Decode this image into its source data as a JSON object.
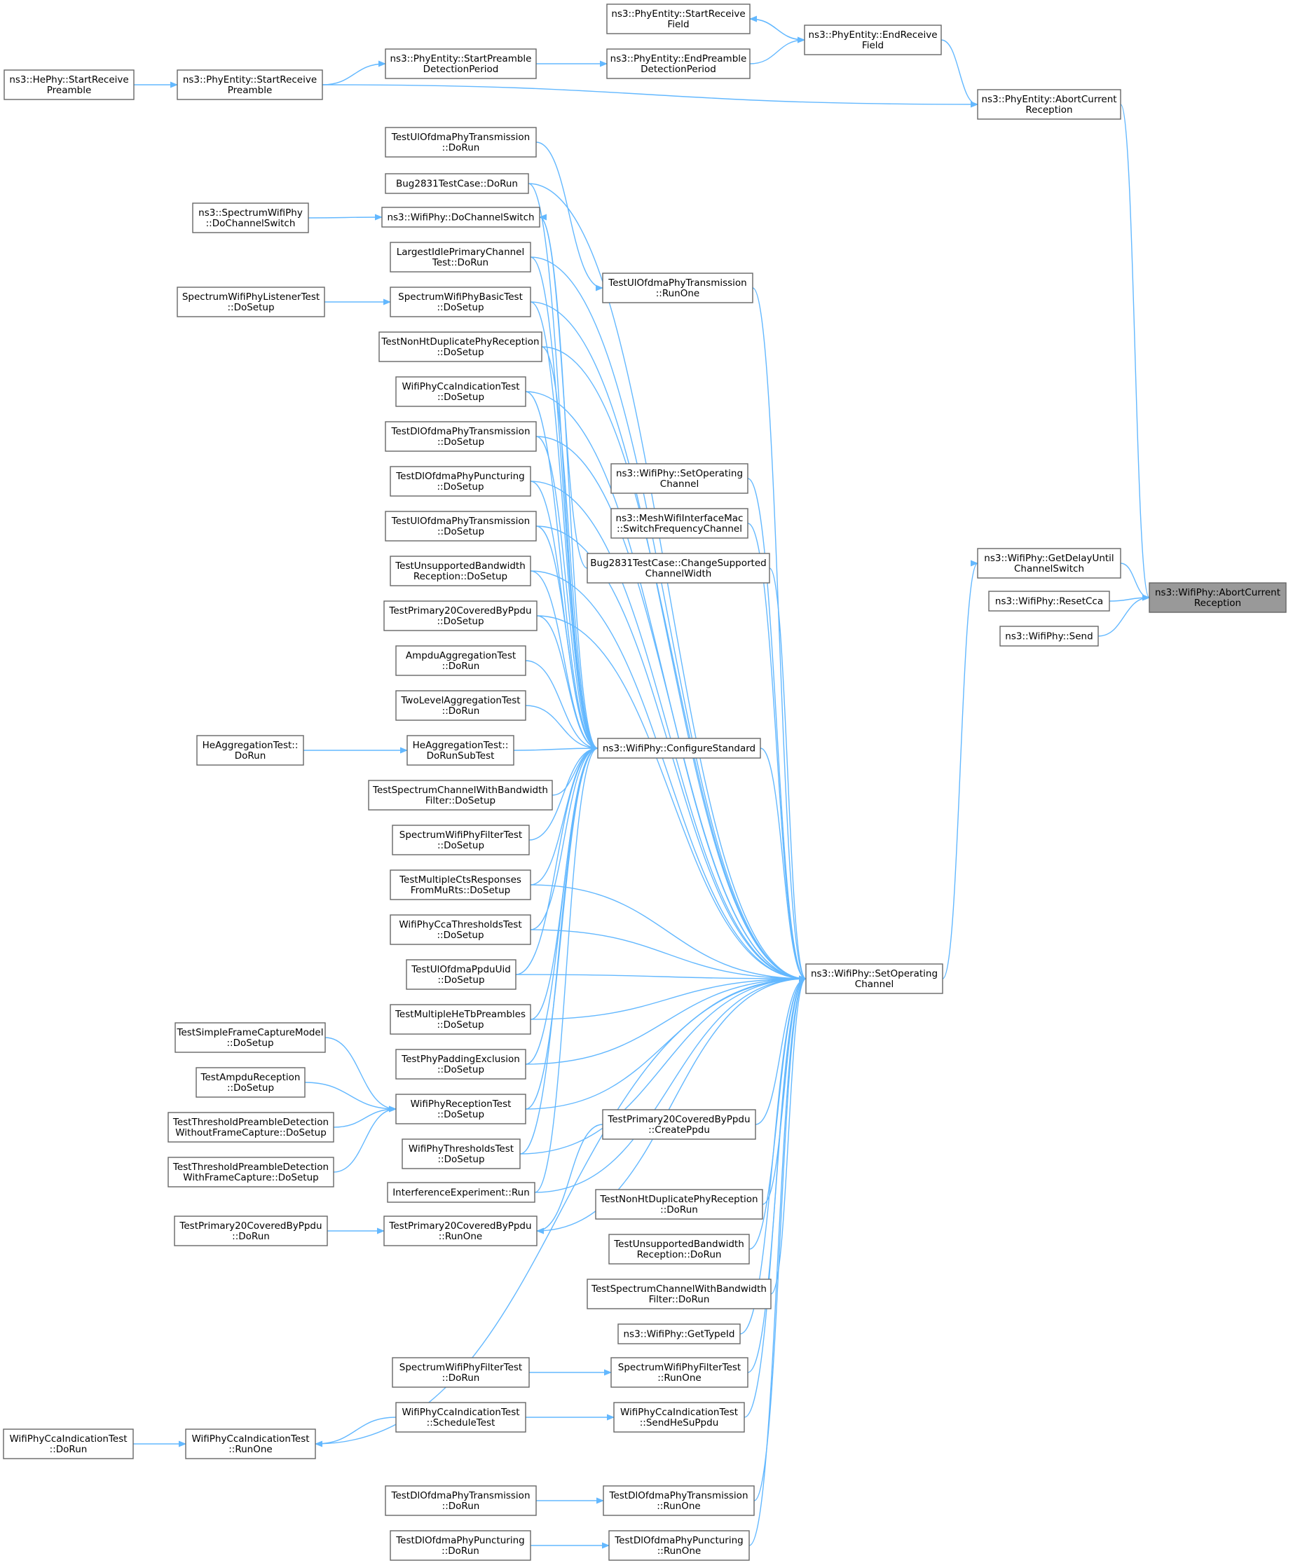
{
  "diagram": {
    "title": "",
    "nodes": [
      {
        "id": "root",
        "lines": [
          "ns3::WifiPhy::AbortCurrent",
          "Reception"
        ],
        "highlight": true
      },
      {
        "id": "pe_abort",
        "lines": [
          "ns3::PhyEntity::AbortCurrent",
          "Reception"
        ]
      },
      {
        "id": "pe_endrecv",
        "lines": [
          "ns3::PhyEntity::EndReceive",
          "Field"
        ]
      },
      {
        "id": "pe_startrecvfield",
        "lines": [
          "ns3::PhyEntity::StartReceive",
          "Field"
        ]
      },
      {
        "id": "pe_endpre",
        "lines": [
          "ns3::PhyEntity::EndPreamble",
          "DetectionPeriod"
        ]
      },
      {
        "id": "pe_startpre",
        "lines": [
          "ns3::PhyEntity::StartPreamble",
          "DetectionPeriod"
        ]
      },
      {
        "id": "pe_startrecvpre",
        "lines": [
          "ns3::PhyEntity::StartReceive",
          "Preamble"
        ]
      },
      {
        "id": "he_startrecvpre",
        "lines": [
          "ns3::HePhy::StartReceive",
          "Preamble"
        ]
      },
      {
        "id": "wp_getdelay",
        "lines": [
          "ns3::WifiPhy::GetDelayUntil",
          "ChannelSwitch"
        ]
      },
      {
        "id": "wp_resetcca",
        "lines": [
          "ns3::WifiPhy::ResetCca"
        ]
      },
      {
        "id": "wp_send",
        "lines": [
          "ns3::WifiPhy::Send"
        ]
      },
      {
        "id": "wp_setop",
        "lines": [
          "ns3::WifiPhy::SetOperating",
          "Channel"
        ]
      },
      {
        "id": "ul_runone",
        "lines": [
          "TestUlOfdmaPhyTransmission",
          "::RunOne"
        ]
      },
      {
        "id": "ul_dorun",
        "lines": [
          "TestUlOfdmaPhyTransmission",
          "::DoRun"
        ]
      },
      {
        "id": "wp_setop2",
        "lines": [
          "ns3::WifiPhy::SetOperating",
          "Channel"
        ]
      },
      {
        "id": "mesh_switch",
        "lines": [
          "ns3::MeshWifiInterfaceMac",
          "::SwitchFrequencyChannel"
        ]
      },
      {
        "id": "bug_change",
        "lines": [
          "Bug2831TestCase::ChangeSupported",
          "ChannelWidth"
        ]
      },
      {
        "id": "wp_configstd",
        "lines": [
          "ns3::WifiPhy::ConfigureStandard"
        ]
      },
      {
        "id": "bug_dorun",
        "lines": [
          "Bug2831TestCase::DoRun"
        ]
      },
      {
        "id": "wp_dochsw",
        "lines": [
          "ns3::WifiPhy::DoChannelSwitch"
        ]
      },
      {
        "id": "swp_dochsw",
        "lines": [
          "ns3::SpectrumWifiPhy",
          "::DoChannelSwitch"
        ]
      },
      {
        "id": "lipc_dorun",
        "lines": [
          "LargestIdlePrimaryChannel",
          "Test::DoRun"
        ]
      },
      {
        "id": "swpbasic_setup",
        "lines": [
          "SpectrumWifiPhyBasicTest",
          "::DoSetup"
        ]
      },
      {
        "id": "swplistener_setup",
        "lines": [
          "SpectrumWifiPhyListenerTest",
          "::DoSetup"
        ]
      },
      {
        "id": "nonht_setup",
        "lines": [
          "TestNonHtDuplicatePhyReception",
          "::DoSetup"
        ]
      },
      {
        "id": "ccaind_setup",
        "lines": [
          "WifiPhyCcaIndicationTest",
          "::DoSetup"
        ]
      },
      {
        "id": "dlofdma_setup",
        "lines": [
          "TestDlOfdmaPhyTransmission",
          "::DoSetup"
        ]
      },
      {
        "id": "dlpunct_setup",
        "lines": [
          "TestDlOfdmaPhyPuncturing",
          "::DoSetup"
        ]
      },
      {
        "id": "ulofdma_setup",
        "lines": [
          "TestUlOfdmaPhyTransmission",
          "::DoSetup"
        ]
      },
      {
        "id": "unsupbw_setup",
        "lines": [
          "TestUnsupportedBandwidth",
          "Reception::DoSetup"
        ]
      },
      {
        "id": "p20_setup",
        "lines": [
          "TestPrimary20CoveredByPpdu",
          "::DoSetup"
        ]
      },
      {
        "id": "ampdu_dorun",
        "lines": [
          "AmpduAggregationTest",
          "::DoRun"
        ]
      },
      {
        "id": "twolevel_dorun",
        "lines": [
          "TwoLevelAggregationTest",
          "::DoRun"
        ]
      },
      {
        "id": "heagg_dorunsub",
        "lines": [
          "HeAggregationTest::",
          "DoRunSubTest"
        ]
      },
      {
        "id": "heagg_dorun",
        "lines": [
          "HeAggregationTest::",
          "DoRun"
        ]
      },
      {
        "id": "scbwf_setup",
        "lines": [
          "TestSpectrumChannelWithBandwidth",
          "Filter::DoSetup"
        ]
      },
      {
        "id": "swpfilter_setup",
        "lines": [
          "SpectrumWifiPhyFilterTest",
          "::DoSetup"
        ]
      },
      {
        "id": "multicts_setup",
        "lines": [
          "TestMultipleCtsResponses",
          "FromMuRts::DoSetup"
        ]
      },
      {
        "id": "ccathr_setup",
        "lines": [
          "WifiPhyCcaThresholdsTest",
          "::DoSetup"
        ]
      },
      {
        "id": "ulppduuid_setup",
        "lines": [
          "TestUlOfdmaPpduUid",
          "::DoSetup"
        ]
      },
      {
        "id": "multihetb_setup",
        "lines": [
          "TestMultipleHeTbPreambles",
          "::DoSetup"
        ]
      },
      {
        "id": "phypad_setup",
        "lines": [
          "TestPhyPaddingExclusion",
          "::DoSetup"
        ]
      },
      {
        "id": "wprecv_setup",
        "lines": [
          "WifiPhyReceptionTest",
          "::DoSetup"
        ]
      },
      {
        "id": "sfcm_setup",
        "lines": [
          "TestSimpleFrameCaptureModel",
          "::DoSetup"
        ]
      },
      {
        "id": "ampdurecv_setup",
        "lines": [
          "TestAmpduReception",
          "::DoSetup"
        ]
      },
      {
        "id": "tpdwo_setup",
        "lines": [
          "TestThresholdPreambleDetection",
          "WithoutFrameCapture::DoSetup"
        ]
      },
      {
        "id": "tpdw_setup",
        "lines": [
          "TestThresholdPreambleDetection",
          "WithFrameCapture::DoSetup"
        ]
      },
      {
        "id": "wpthr_setup",
        "lines": [
          "WifiPhyThresholdsTest",
          "::DoSetup"
        ]
      },
      {
        "id": "interf_run",
        "lines": [
          "InterferenceExperiment::Run"
        ]
      },
      {
        "id": "p20_runone",
        "lines": [
          "TestPrimary20CoveredByPpdu",
          "::RunOne"
        ]
      },
      {
        "id": "p20_dorun",
        "lines": [
          "TestPrimary20CoveredByPpdu",
          "::DoRun"
        ]
      },
      {
        "id": "p20_createppdu",
        "lines": [
          "TestPrimary20CoveredByPpdu",
          "::CreatePpdu"
        ]
      },
      {
        "id": "nonht_dorun",
        "lines": [
          "TestNonHtDuplicatePhyReception",
          "::DoRun"
        ]
      },
      {
        "id": "unsupbw_dorun",
        "lines": [
          "TestUnsupportedBandwidth",
          "Reception::DoRun"
        ]
      },
      {
        "id": "scbwf_dorun",
        "lines": [
          "TestSpectrumChannelWithBandwidth",
          "Filter::DoRun"
        ]
      },
      {
        "id": "wp_gettypeid",
        "lines": [
          "ns3::WifiPhy::GetTypeId"
        ]
      },
      {
        "id": "swpfilter_runone",
        "lines": [
          "SpectrumWifiPhyFilterTest",
          "::RunOne"
        ]
      },
      {
        "id": "swpfilter_dorun",
        "lines": [
          "SpectrumWifiPhyFilterTest",
          "::DoRun"
        ]
      },
      {
        "id": "ccaind_sendhesu",
        "lines": [
          "WifiPhyCcaIndicationTest",
          "::SendHeSuPpdu"
        ]
      },
      {
        "id": "ccaind_sched",
        "lines": [
          "WifiPhyCcaIndicationTest",
          "::ScheduleTest"
        ]
      },
      {
        "id": "ccaind_runone",
        "lines": [
          "WifiPhyCcaIndicationTest",
          "::RunOne"
        ]
      },
      {
        "id": "ccaind_dorun",
        "lines": [
          "WifiPhyCcaIndicationTest",
          "::DoRun"
        ]
      },
      {
        "id": "dlofdma_runone",
        "lines": [
          "TestDlOfdmaPhyTransmission",
          "::RunOne"
        ]
      },
      {
        "id": "dlofdma_dorun",
        "lines": [
          "TestDlOfdmaPhyTransmission",
          "::DoRun"
        ]
      },
      {
        "id": "dlpunct_runone",
        "lines": [
          "TestDlOfdmaPhyPuncturing",
          "::RunOne"
        ]
      },
      {
        "id": "dlpunct_dorun",
        "lines": [
          "TestDlOfdmaPhyPuncturing",
          "::DoRun"
        ]
      }
    ]
  },
  "colors": {
    "edge": "#63b8ff",
    "node_border": "#666666",
    "root_fill": "#999999"
  }
}
